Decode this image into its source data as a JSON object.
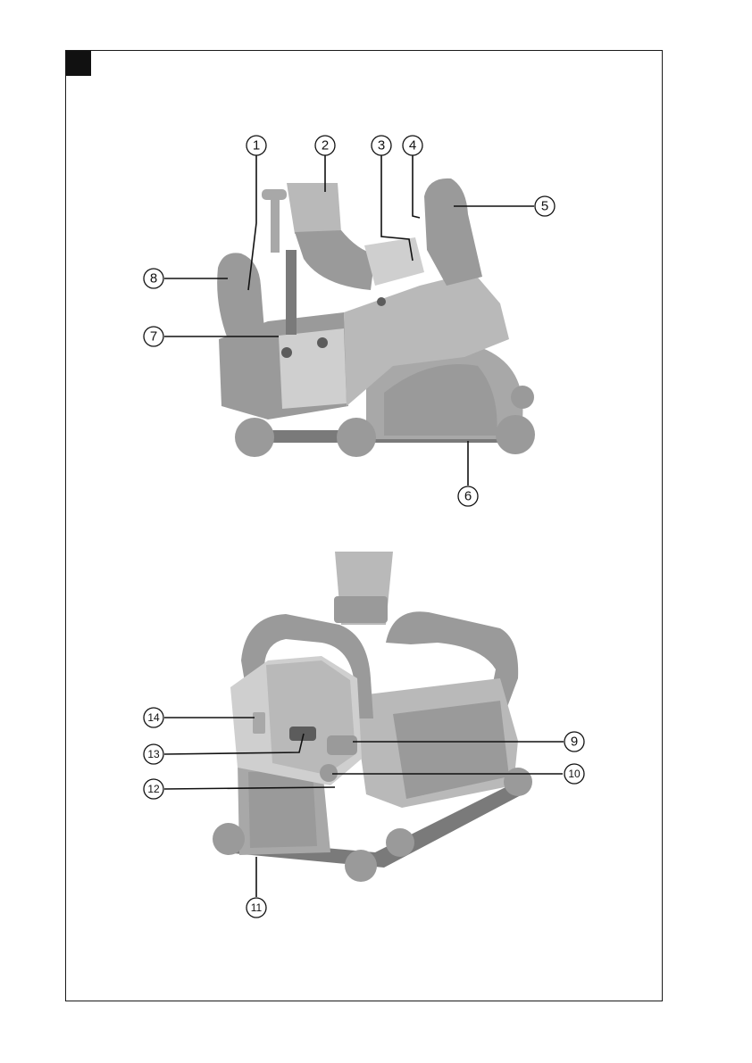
{
  "callouts": {
    "c1": "1",
    "c2": "2",
    "c3": "3",
    "c4": "4",
    "c5": "5",
    "c6": "6",
    "c7": "7",
    "c8": "8",
    "c9": "9",
    "c10": "10",
    "c11": "11",
    "c12": "12",
    "c13": "13",
    "c14": "14"
  },
  "colors": {
    "frame": "#1a1a1a",
    "machine_body": "#9a9a9a"
  },
  "icons": {
    "corner_marker": "black-square"
  }
}
